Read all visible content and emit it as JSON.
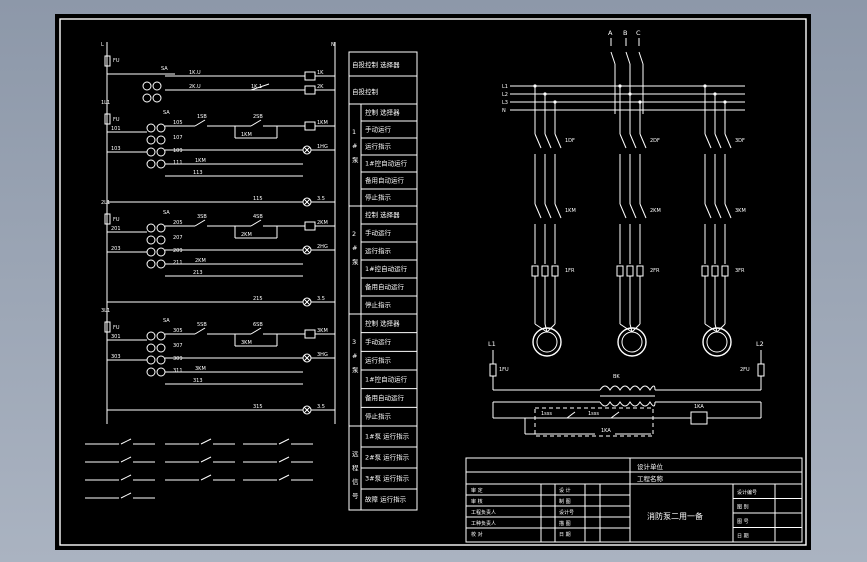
{
  "bus_labels": {
    "left": "L",
    "right": "N"
  },
  "phase_labels": [
    "A",
    "B",
    "C"
  ],
  "ctrl_blocks": [
    {
      "fuse": "FU",
      "lamp": "1HG",
      "relay": "1KM",
      "out": "3.5",
      "n1": "101",
      "n2": "103",
      "n3": "105",
      "n4": "107",
      "n5": "109",
      "n6": "111",
      "n7": "113",
      "n8": "115",
      "s1": "1SB",
      "s2": "2SB",
      "k": "1KM",
      "sa": "SA",
      "in": "1L1"
    },
    {
      "fuse": "FU",
      "lamp": "2HG",
      "relay": "2KM",
      "out": "3.5",
      "n1": "201",
      "n2": "203",
      "n3": "205",
      "n4": "207",
      "n5": "209",
      "n6": "211",
      "n7": "213",
      "n8": "215",
      "s1": "3SB",
      "s2": "4SB",
      "k": "2KM",
      "sa": "SA",
      "in": "2L1"
    },
    {
      "fuse": "FU",
      "lamp": "3HG",
      "relay": "3KM",
      "out": "3.5",
      "n1": "301",
      "n2": "303",
      "n3": "305",
      "n4": "307",
      "n5": "309",
      "n6": "311",
      "n7": "313",
      "n8": "315",
      "s1": "5SB",
      "s2": "6SB",
      "k": "3KM",
      "sa": "SA",
      "in": "3L1"
    }
  ],
  "legend_top": [
    "自投控制 选择器",
    "自投控制"
  ],
  "groups": [
    {
      "side": "1#泵",
      "rows": [
        "控制 选择器",
        "手动运行",
        "运行指示",
        "1#控自动运行",
        "备用自动运行",
        "停止指示"
      ]
    },
    {
      "side": "2#泵",
      "rows": [
        "控制 选择器",
        "手动运行",
        "运行指示",
        "1#控自动运行",
        "备用自动运行",
        "停止指示"
      ]
    },
    {
      "side": "3#泵",
      "rows": [
        "控制 选择器",
        "手动运行",
        "运行指示",
        "1#控自动运行",
        "备用自动运行",
        "停止指示"
      ]
    },
    {
      "side": "远程信号",
      "rows": [
        "1#泵 运行指示",
        "2#泵 运行指示",
        "3#泵 运行指示",
        "故障 运行指示"
      ]
    }
  ],
  "power": {
    "breakers": [
      "1DF",
      "2DF",
      "3DF"
    ],
    "contactors": [
      "1KM",
      "2KM",
      "3KM"
    ],
    "thermal": [
      "1FR",
      "2FR",
      "3FR"
    ],
    "bus": [
      "L1",
      "L2",
      "L3",
      "N"
    ]
  },
  "transformer": {
    "left": "L1",
    "right": "L2",
    "fuse_l": "1FU",
    "fuse_r": "2FU",
    "t": "BK",
    "relay": "1KA",
    "s1": "1sss",
    "s2": "1sss",
    "k": "1KA"
  },
  "title_block": {
    "company_label": "设计单位",
    "project_label": "工程名称",
    "drawing_title": "消防泵二用一备",
    "left_rows": [
      "审 定",
      "审 核",
      "工程负责人",
      "工种负责人",
      "校 对"
    ],
    "mid_rows": [
      "设 计",
      "制 图",
      "设计号",
      "描 图",
      "日 期"
    ],
    "right_rows": [
      "设计编号",
      "图 别",
      "图 号",
      "日 期"
    ]
  }
}
